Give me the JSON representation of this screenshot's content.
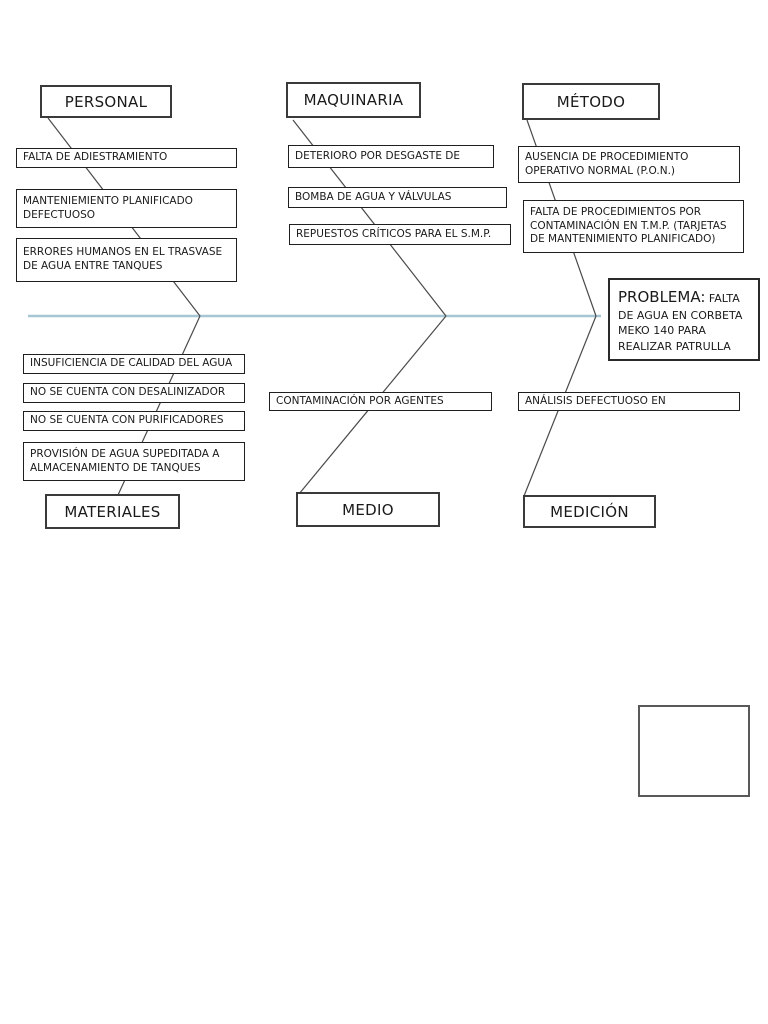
{
  "fishbone": {
    "problem": {
      "prefix": "PROBLEMA:",
      "text": "FALTA DE AGUA EN CORBETA MEKO 140 PARA REALIZAR PATRULLA"
    },
    "categories": {
      "personal": {
        "label": "PERSONAL",
        "causes": [
          "FALTA DE ADIESTRAMIENTO",
          "MANTENIEMIENTO PLANIFICADO DEFECTUOSO",
          "ERRORES HUMANOS EN EL TRASVASE DE AGUA ENTRE TANQUES"
        ]
      },
      "maquinaria": {
        "label": "MAQUINARIA",
        "causes": [
          "DETERIORO POR DESGASTE DE",
          "BOMBA DE AGUA Y VÁLVULAS",
          "REPUESTOS CRÍTICOS PARA EL S.M.P."
        ]
      },
      "metodo": {
        "label": "MÉTODO",
        "causes": [
          "AUSENCIA DE PROCEDIMIENTO OPERATIVO NORMAL (P.O.N.)",
          "FALTA DE PROCEDIMIENTOS POR CONTAMINACIÓN EN T.M.P. (TARJETAS DE MANTENIMIENTO PLANIFICADO)"
        ]
      },
      "materiales": {
        "label": "MATERIALES",
        "causes": [
          "INSUFICIENCIA DE CALIDAD DEL AGUA",
          "NO SE CUENTA CON DESALINIZADOR",
          "NO SE CUENTA CON PURIFICADORES",
          "PROVISIÓN DE AGUA SUPEDITADA A ALMACENAMIENTO DE TANQUES"
        ]
      },
      "medio": {
        "label": "MEDIO",
        "causes": [
          "CONTAMINACIÓN POR AGENTES"
        ]
      },
      "medicion": {
        "label": "MEDICIÓN",
        "causes": [
          "ANÁLISIS DEFECTUOSO EN"
        ]
      }
    },
    "colors": {
      "spine": "#a6c6d4",
      "branch_line": "#4a4a4a",
      "box_border": "#1f1f1f"
    }
  }
}
